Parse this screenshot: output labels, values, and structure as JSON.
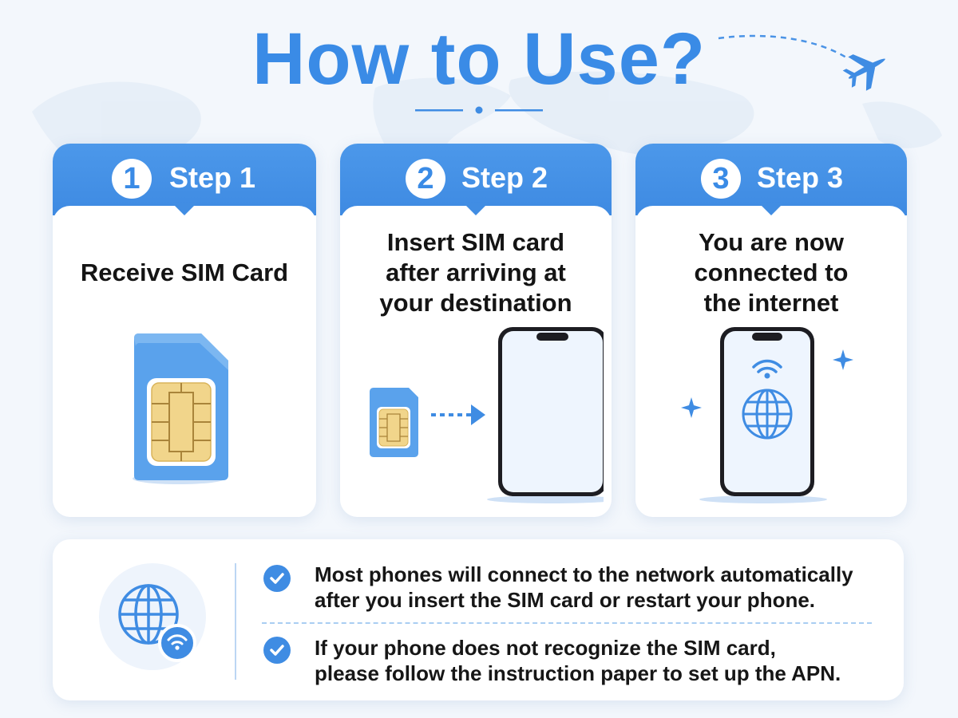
{
  "title": "How to Use?",
  "colors": {
    "accent": "#3a8be6",
    "background": "#f3f7fc",
    "chip": "#f1d58b"
  },
  "steps": [
    {
      "number": "1",
      "label": "Step 1",
      "lines": [
        "Receive SIM Card"
      ],
      "icon": "sim-card-icon"
    },
    {
      "number": "2",
      "label": "Step 2",
      "lines": [
        "Insert SIM card",
        "after arriving at",
        "your destination"
      ],
      "icon": "phone-insert-icon"
    },
    {
      "number": "3",
      "label": "Step 3",
      "lines": [
        "You are now",
        "connected to",
        "the internet"
      ],
      "icon": "phone-connected-icon"
    }
  ],
  "notes": [
    {
      "lines": [
        "Most phones will connect to the network automatically",
        "after you insert the SIM card or restart your phone."
      ]
    },
    {
      "lines": [
        "If your phone does not recognize the SIM card,",
        "please follow the instruction paper to set up the APN."
      ]
    }
  ]
}
